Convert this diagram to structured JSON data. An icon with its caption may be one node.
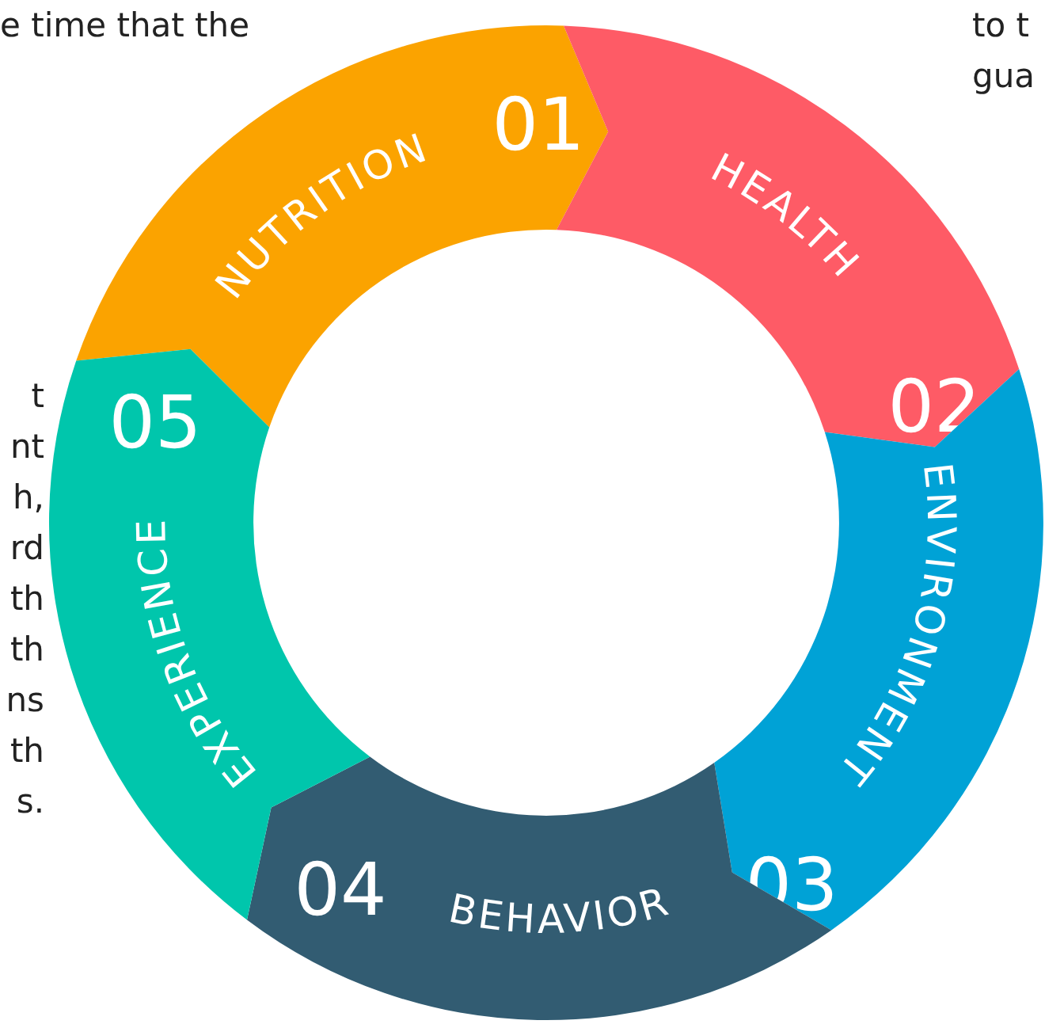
{
  "diagram": {
    "nodes": [
      {
        "text": [
          "01",
          "NUTRITION"
        ]
      },
      {
        "text": [
          "02",
          "HEALTH"
        ]
      },
      {
        "text": [
          "03",
          "ENVIRONMENT"
        ]
      },
      {
        "text": [
          "04",
          "BEHAVIOR"
        ]
      },
      {
        "text": [
          "05",
          "EXPERIENCE"
        ]
      }
    ],
    "labels": [
      "e time that the",
      "to t gua",
      "t nt h, rd th th ns th s."
    ]
  }
}
